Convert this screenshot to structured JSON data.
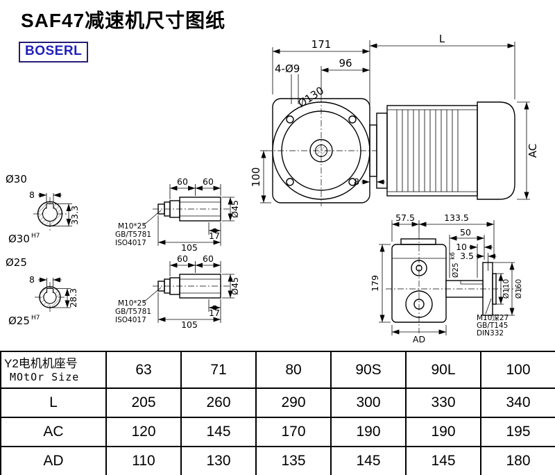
{
  "title": "SAF47减速机尺寸图纸",
  "brand": "BOSERL",
  "front_view": {
    "dim_171": "171",
    "dim_L": "L",
    "dim_96": "96",
    "holes": "4-Ø9",
    "dia_130": "Ø130",
    "dim_100": "100",
    "dim_AC": "AC",
    "dim_8": "8"
  },
  "bore30": {
    "dia": "Ø30",
    "dia_tol": "Ø30",
    "tol": "H7",
    "key_w": "8",
    "key_h": "33.3"
  },
  "bore25": {
    "dia": "Ø25",
    "dia_tol": "Ø25",
    "tol": "H7",
    "key_w": "8",
    "key_h": "28.3"
  },
  "shaft_upper": {
    "dim_60a": "60",
    "dim_60b": "60",
    "dim_17": "17",
    "dim_105": "105",
    "dia_45": "Ø45",
    "note1": "M10*25",
    "note2": "GB/T5781",
    "note3": "ISO4017"
  },
  "shaft_lower": {
    "dim_60a": "60",
    "dim_60b": "60",
    "dim_17": "17",
    "dim_105": "105",
    "dia_45": "Ø45",
    "note1": "M10*25",
    "note2": "GB/T5781",
    "note3": "ISO4017"
  },
  "side_view": {
    "dim_575": "57.5",
    "dim_1335": "133.5",
    "dim_50": "50",
    "dim_10": "10",
    "dim_35": "3.5",
    "dia_25": "Ø25",
    "tol_25": "k6",
    "dia_110": "Ø110",
    "dia_160": "Ø160",
    "dim_179": "179",
    "dim_AD": "AD",
    "note1": "M10深27",
    "note2": "GB/T145",
    "note3": "DIN332"
  },
  "table": {
    "row_header_cn": "Y2电机机座号",
    "row_header_en": "MOtOr Size",
    "sizes": [
      "63",
      "71",
      "80",
      "90S",
      "90L",
      "100"
    ],
    "rows": [
      {
        "label": "L",
        "values": [
          "205",
          "260",
          "290",
          "300",
          "330",
          "340"
        ]
      },
      {
        "label": "AC",
        "values": [
          "120",
          "145",
          "170",
          "190",
          "190",
          "195"
        ]
      },
      {
        "label": "AD",
        "values": [
          "110",
          "130",
          "135",
          "145",
          "145",
          "180"
        ]
      }
    ]
  }
}
